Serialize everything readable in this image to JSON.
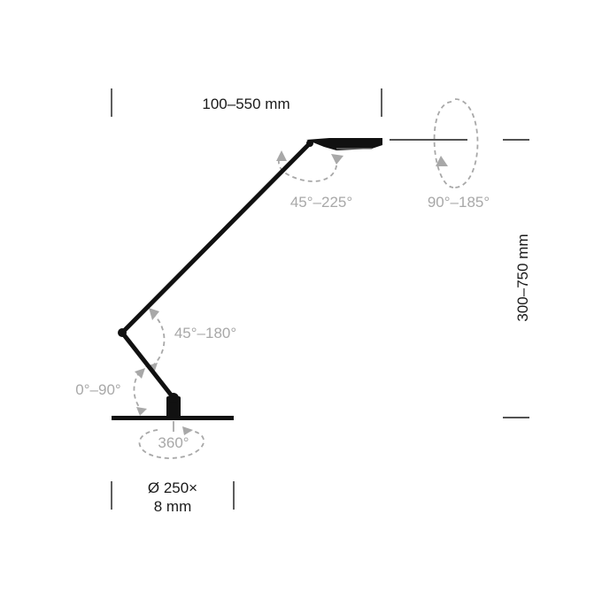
{
  "dimensions": {
    "arm_reach": "100–550 mm",
    "height_range": "300–750 mm",
    "base_diameter_line1": "Ø 250×",
    "base_diameter_line2": "8 mm"
  },
  "angles": {
    "head_tilt": "45°–225°",
    "head_rotation": "90°–185°",
    "elbow": "45°–180°",
    "shoulder": "0°–90°",
    "base_rotation": "360°"
  },
  "colors": {
    "lamp": "#111111",
    "dimension_text": "#1a1a1a",
    "angle_annotation": "#a8a8a8"
  }
}
